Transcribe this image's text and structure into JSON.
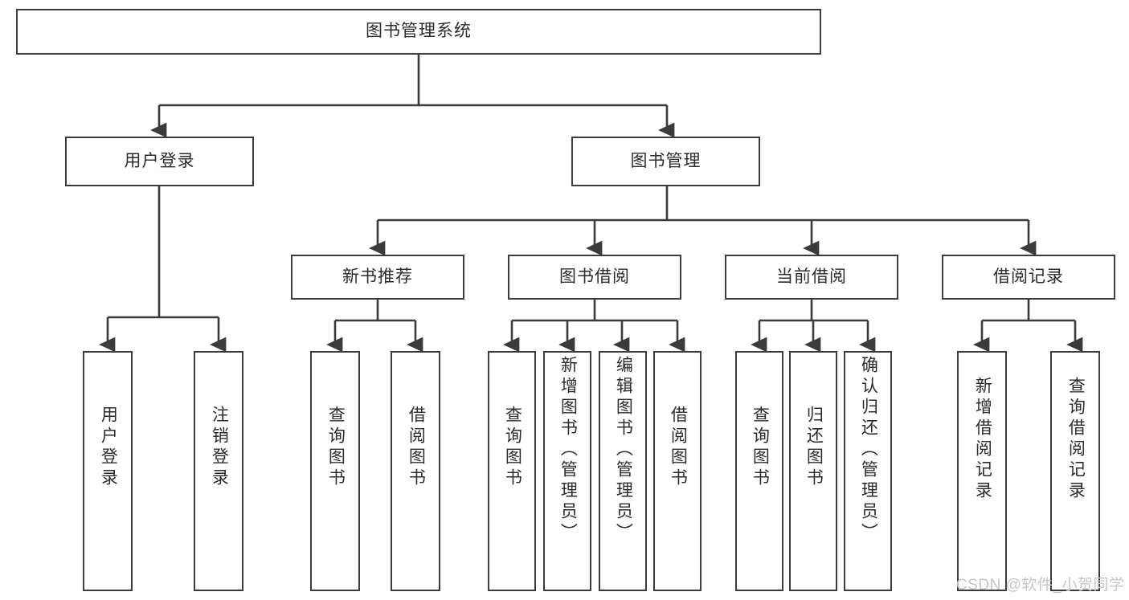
{
  "diagram": {
    "title": "图书管理系统",
    "type": "tree-hierarchy",
    "watermark": "CSDN @软件_小贺同学",
    "colors": {
      "node_border": "#3b3b3b",
      "node_fill": "#ffffff",
      "edge": "#3b3b3b",
      "text": "#2b2b2b",
      "watermark": "#c6c6c6",
      "background": "#ffffff"
    },
    "nodes": {
      "root": {
        "label": "图书管理系统"
      },
      "level2": [
        {
          "id": "user-login",
          "label": "用户登录"
        },
        {
          "id": "book-manage",
          "label": "图书管理"
        }
      ],
      "level3": [
        {
          "id": "new-book-recommend",
          "label": "新书推荐"
        },
        {
          "id": "book-borrow",
          "label": "图书借阅"
        },
        {
          "id": "current-borrow",
          "label": "当前借阅"
        },
        {
          "id": "borrow-record",
          "label": "借阅记录"
        }
      ],
      "leaves": [
        {
          "id": "leaf-user-login",
          "label": "用户登录",
          "short": true
        },
        {
          "id": "leaf-logout-login",
          "label": "注销登录",
          "short": true
        },
        {
          "id": "leaf-query-book-1",
          "label": "查询图书",
          "short": true
        },
        {
          "id": "leaf-borrow-book-1",
          "label": "借阅图书",
          "short": true
        },
        {
          "id": "leaf-query-book-2",
          "label": "查询图书",
          "short": true
        },
        {
          "id": "leaf-add-book",
          "label": "新增图书（管理员）",
          "short": false
        },
        {
          "id": "leaf-edit-book",
          "label": "编辑图书（管理员）",
          "short": false
        },
        {
          "id": "leaf-borrow-book-2",
          "label": "借阅图书",
          "short": true
        },
        {
          "id": "leaf-query-book-3",
          "label": "查询图书",
          "short": true
        },
        {
          "id": "leaf-return-book",
          "label": "归还图书",
          "short": true
        },
        {
          "id": "leaf-confirm-return",
          "label": "确认归还（管理员）",
          "short": false
        },
        {
          "id": "leaf-add-record",
          "label": "新增借阅记录",
          "short": true
        },
        {
          "id": "leaf-query-record",
          "label": "查询借阅记录",
          "short": true
        }
      ]
    }
  }
}
